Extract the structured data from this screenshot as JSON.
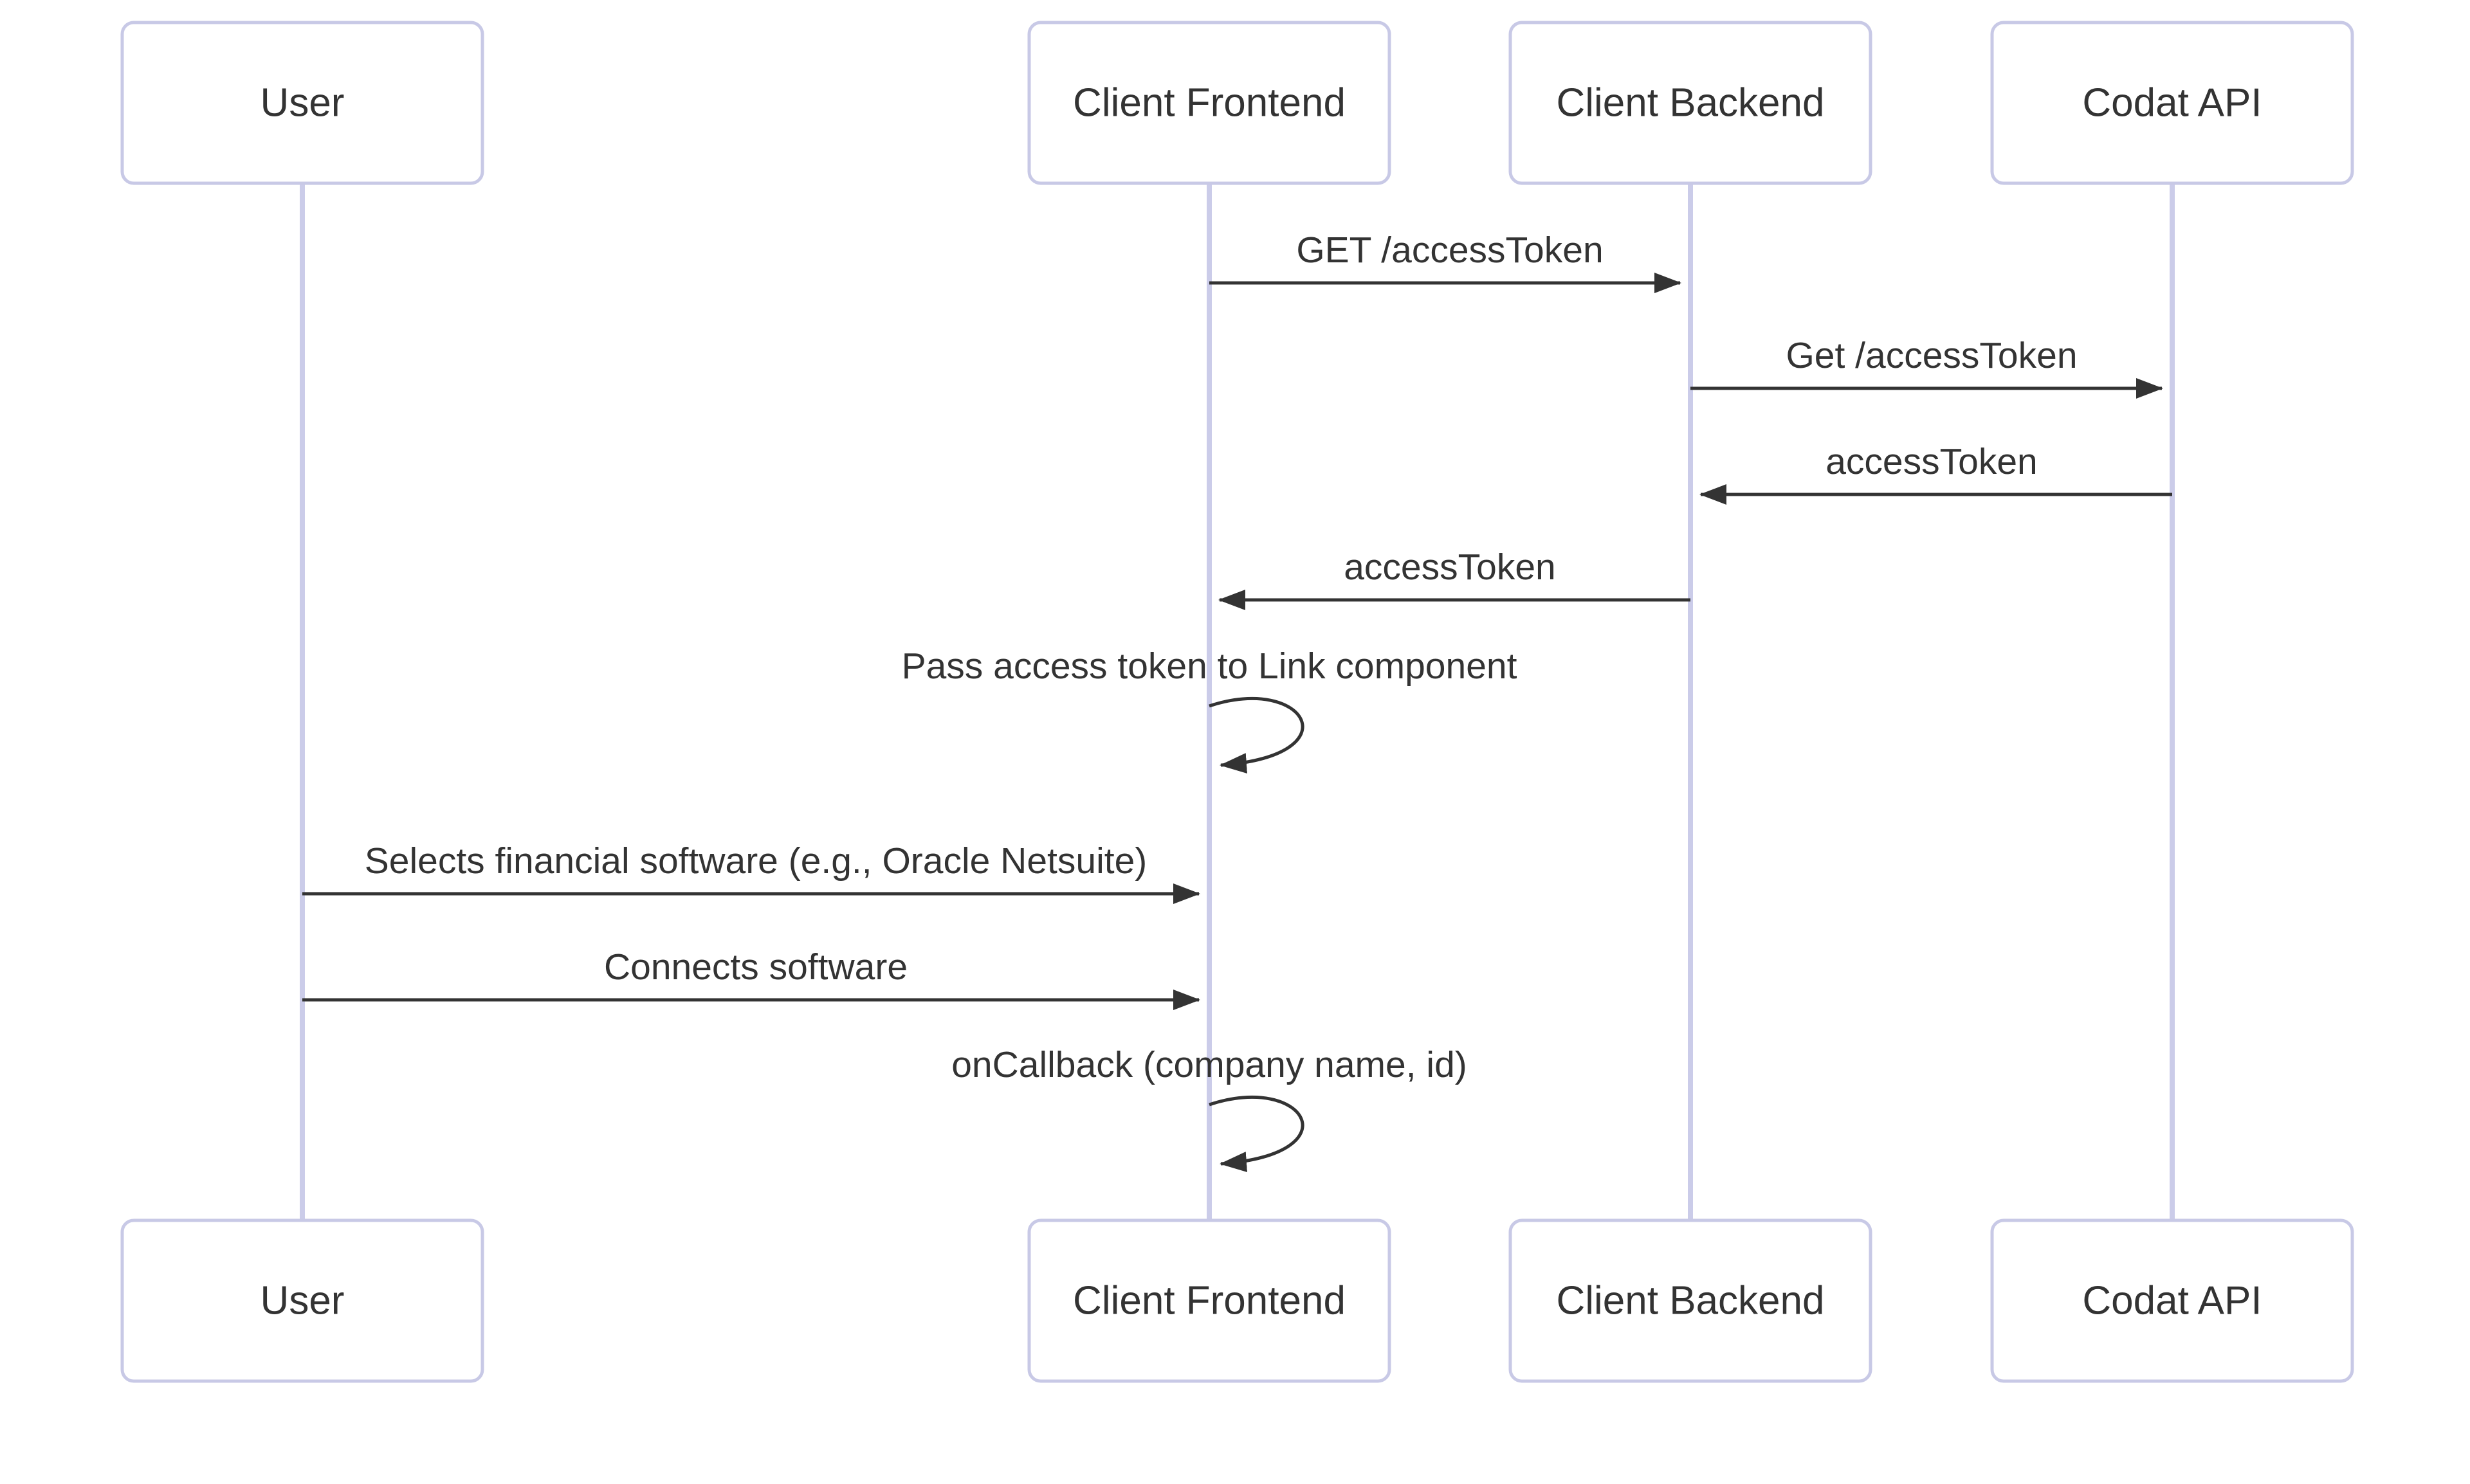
{
  "diagram": {
    "type": "sequence-diagram",
    "background_color": "#ffffff",
    "colors": {
      "actor_border": "#c8c9e6",
      "actor_fill": "#ffffff",
      "lifeline": "#cbcce9",
      "arrow": "#333333",
      "text": "#333333"
    },
    "actors": [
      {
        "name": "User"
      },
      {
        "name": "Client Frontend"
      },
      {
        "name": "Client Backend"
      },
      {
        "name": "Codat API"
      }
    ],
    "messages": [
      {
        "from": "Client Frontend",
        "to": "Client Backend",
        "label": "GET /accessToken",
        "kind": "solid-arrow"
      },
      {
        "from": "Client Backend",
        "to": "Codat API",
        "label": "Get /accessToken",
        "kind": "solid-arrow"
      },
      {
        "from": "Codat API",
        "to": "Client Backend",
        "label": "accessToken",
        "kind": "solid-arrow"
      },
      {
        "from": "Client Backend",
        "to": "Client Frontend",
        "label": "accessToken",
        "kind": "solid-arrow"
      },
      {
        "from": "Client Frontend",
        "to": "Client Frontend",
        "label": "Pass access token to Link component",
        "kind": "self-loop"
      },
      {
        "from": "User",
        "to": "Client Frontend",
        "label": "Selects financial software (e.g., Oracle Netsuite)",
        "kind": "solid-arrow"
      },
      {
        "from": "User",
        "to": "Client Frontend",
        "label": "Connects software",
        "kind": "solid-arrow"
      },
      {
        "from": "Client Frontend",
        "to": "Client Frontend",
        "label": "onCallback (company name, id)",
        "kind": "self-loop"
      }
    ]
  }
}
